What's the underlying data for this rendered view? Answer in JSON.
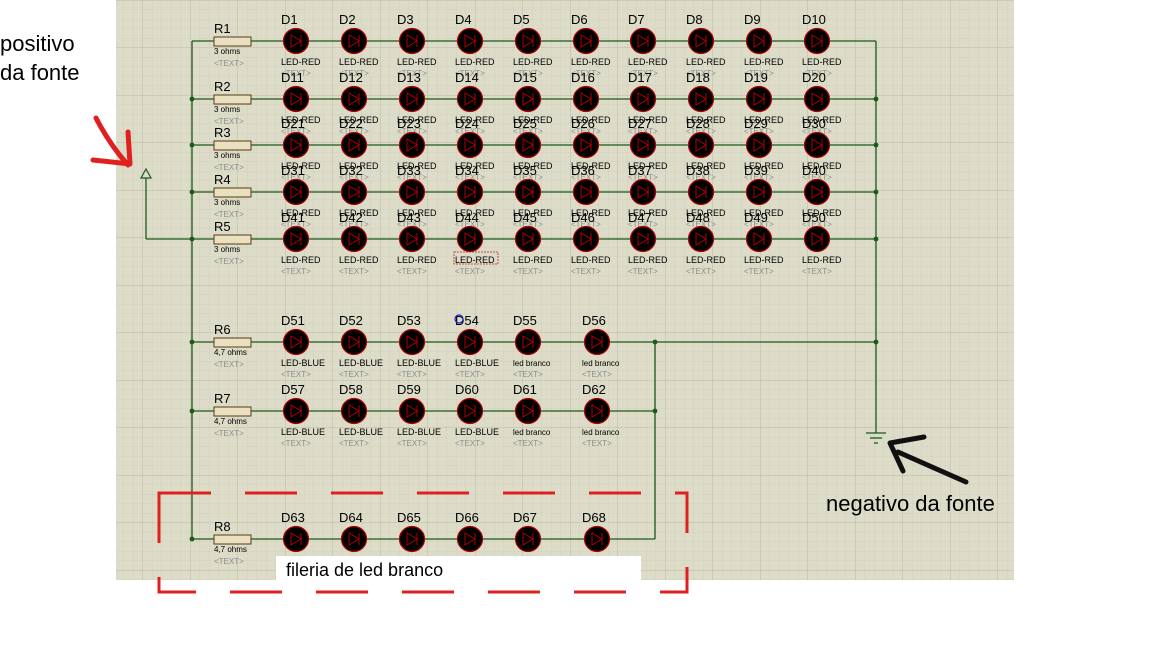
{
  "colors": {
    "sheet": "#dcdcc8",
    "grid_minor": "#c8c8b4",
    "grid_major": "#b4b49c",
    "wire": "#1a5a1a",
    "led_body": "#000000",
    "led_outline": "#b00000",
    "resistor_body": "#e8e0c0",
    "muted_text": "#8c8c8c",
    "annotation_red": "#e02020",
    "annotation_black": "#101010"
  },
  "annotations": {
    "positivo_line1": "positivo",
    "positivo_line2": "da fonte",
    "negativo": "negativo da fonte",
    "fileira": "fileria de led branco"
  },
  "resistors": [
    {
      "ref": "R1",
      "value": "3 ohms",
      "text": "<TEXT>"
    },
    {
      "ref": "R2",
      "value": "3 ohms",
      "text": "<TEXT>"
    },
    {
      "ref": "R3",
      "value": "3 ohms",
      "text": "<TEXT>"
    },
    {
      "ref": "R4",
      "value": "3 ohms",
      "text": "<TEXT>"
    },
    {
      "ref": "R5",
      "value": "3 ohms",
      "text": "<TEXT>"
    },
    {
      "ref": "R6",
      "value": "4,7 ohms",
      "text": "<TEXT>"
    },
    {
      "ref": "R7",
      "value": "4,7 ohms",
      "text": "<TEXT>"
    },
    {
      "ref": "R8",
      "value": "4,7 ohms",
      "text": "<TEXT>"
    }
  ],
  "led_rows": [
    {
      "refs": [
        "D1",
        "D2",
        "D3",
        "D4",
        "D5",
        "D6",
        "D7",
        "D8",
        "D9",
        "D10"
      ],
      "models": [
        "LED-RED",
        "LED-RED",
        "LED-RED",
        "LED-RED",
        "LED-RED",
        "LED-RED",
        "LED-RED",
        "LED-RED",
        "LED-RED",
        "LED-RED"
      ],
      "text": "<TEXT>"
    },
    {
      "refs": [
        "D11",
        "D12",
        "D13",
        "D14",
        "D15",
        "D16",
        "D17",
        "D18",
        "D19",
        "D20"
      ],
      "models": [
        "LED-RED",
        "LED-RED",
        "LED-RED",
        "LED-RED",
        "LED-RED",
        "LED-RED",
        "LED-RED",
        "LED-RED",
        "LED-RED",
        "LED-RED"
      ],
      "text": "<TEXT>"
    },
    {
      "refs": [
        "D21",
        "D22",
        "D23",
        "D24",
        "D25",
        "D26",
        "D27",
        "D28",
        "D29",
        "D30"
      ],
      "models": [
        "LED-RED",
        "LED-RED",
        "LED-RED",
        "LED-RED",
        "LED-RED",
        "LED-RED",
        "LED-RED",
        "LED-RED",
        "LED-RED",
        "LED-RED"
      ],
      "text": "<TEXT>"
    },
    {
      "refs": [
        "D31",
        "D32",
        "D33",
        "D34",
        "D35",
        "D36",
        "D37",
        "D38",
        "D39",
        "D40"
      ],
      "models": [
        "LED-RED",
        "LED-RED",
        "LED-RED",
        "LED-RED",
        "LED-RED",
        "LED-RED",
        "LED-RED",
        "LED-RED",
        "LED-RED",
        "LED-RED"
      ],
      "text": "<TEXT>"
    },
    {
      "refs": [
        "D41",
        "D42",
        "D43",
        "D44",
        "D45",
        "D46",
        "D47",
        "D48",
        "D49",
        "D50"
      ],
      "models": [
        "LED-RED",
        "LED-RED",
        "LED-RED",
        "LED-RED",
        "LED-RED",
        "LED-RED",
        "LED-RED",
        "LED-RED",
        "LED-RED",
        "LED-RED"
      ],
      "text": "<TEXT>"
    },
    {
      "refs": [
        "D51",
        "D52",
        "D53",
        "D54",
        "D55",
        "D56"
      ],
      "models": [
        "LED-BLUE",
        "LED-BLUE",
        "LED-BLUE",
        "LED-BLUE",
        "led branco",
        "led branco"
      ],
      "text": "<TEXT>"
    },
    {
      "refs": [
        "D57",
        "D58",
        "D59",
        "D60",
        "D61",
        "D62"
      ],
      "models": [
        "LED-BLUE",
        "LED-BLUE",
        "LED-BLUE",
        "LED-BLUE",
        "led branco",
        "led branco"
      ],
      "text": "<TEXT>"
    },
    {
      "refs": [
        "D63",
        "D64",
        "D65",
        "D66",
        "D67",
        "D68"
      ],
      "models": [
        "",
        "",
        "",
        "",
        "",
        ""
      ],
      "text": ""
    }
  ]
}
